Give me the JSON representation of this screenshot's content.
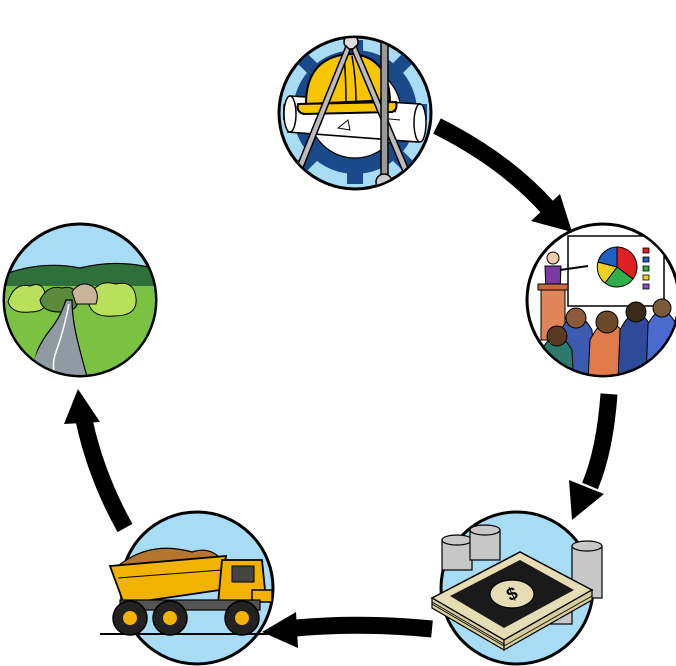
{
  "diagram": {
    "type": "cycle",
    "direction": "clockwise",
    "stages": [
      {
        "id": "design",
        "icon": "engineering-design-icon"
      },
      {
        "id": "presentation",
        "icon": "presentation-meeting-icon"
      },
      {
        "id": "funding",
        "icon": "money-funding-icon"
      },
      {
        "id": "construction",
        "icon": "dump-truck-icon"
      },
      {
        "id": "completed-road",
        "icon": "landscape-road-icon"
      }
    ]
  },
  "colors": {
    "circle_fill": "#a8dcf4",
    "hardhat": "#f7c600",
    "gear": "#1b4a8a",
    "arrow": "#000000",
    "truck": "#f2b200",
    "money": "#e6ddb4",
    "grass": "#7cc242",
    "tree_light": "#b9e05a",
    "road": "#8f9aa3",
    "pie_blue": "#1f5fbf",
    "pie_red": "#e02020",
    "pie_green": "#2fae4a",
    "pie_yellow": "#f0d020"
  }
}
